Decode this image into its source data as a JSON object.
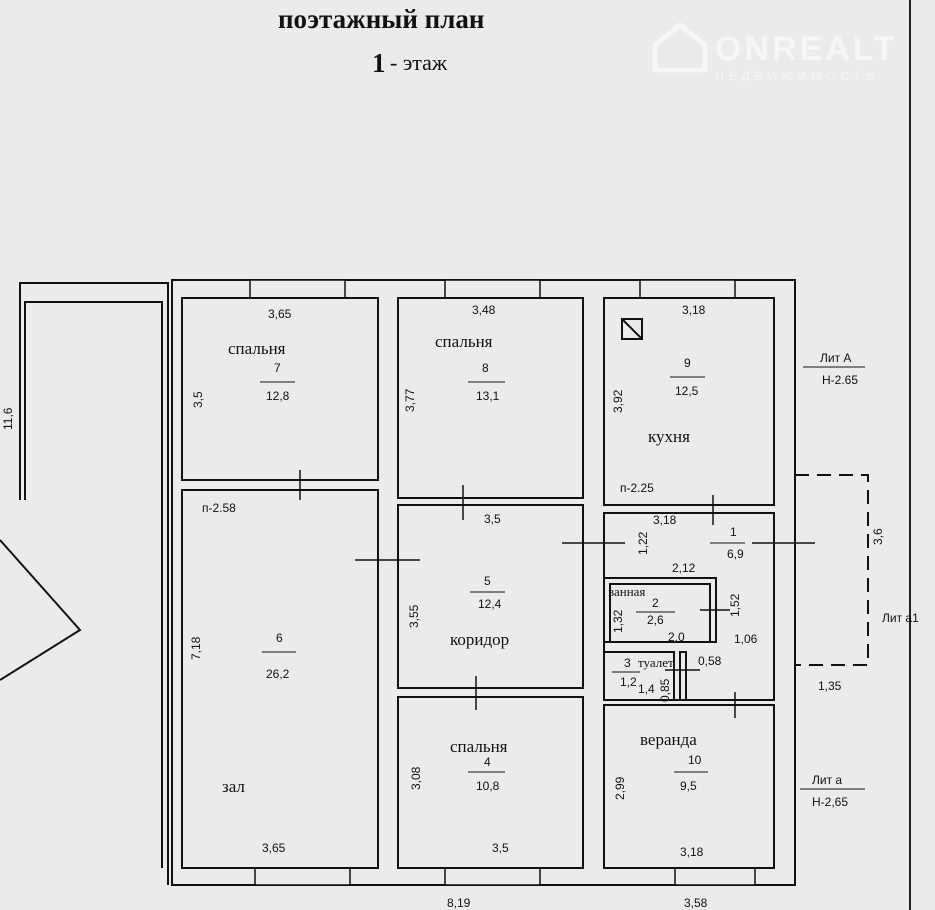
{
  "title": {
    "line1": "поэтажный план",
    "floor_number": "1",
    "floor_label": "- этаж"
  },
  "watermark": {
    "brand": "ONREALT",
    "sub": "НЕДВИЖИМОСТЬ"
  },
  "overall_dimension": "11,6",
  "rooms": [
    {
      "name": "спальня",
      "number": "7",
      "area": "12,8",
      "width": "3,65",
      "height": "3,5"
    },
    {
      "name": "спальня",
      "number": "8",
      "area": "13,1",
      "width": "3,48",
      "height": "3,77"
    },
    {
      "name": "кухня",
      "number": "9",
      "area": "12,5",
      "width": "3,18",
      "height": "3,92"
    },
    {
      "name": "зал",
      "number": "6",
      "area": "26,2",
      "width": "3,65",
      "height": "7,18"
    },
    {
      "name": "коридор",
      "number": "5",
      "area": "12,4",
      "width": "3,5",
      "height": "3,55"
    },
    {
      "name": "",
      "number": "1",
      "area": "6,9",
      "width": "3,18",
      "height": "1,22"
    },
    {
      "name": "ванная",
      "number": "2",
      "area": "2,6",
      "width": "2,0",
      "height": "1,32"
    },
    {
      "name": "туалет",
      "number": "3",
      "area": "1,2",
      "width": "1,4",
      "height": "0,85"
    },
    {
      "name": "спальня",
      "number": "4",
      "area": "10,8",
      "width": "3,5",
      "height": "3,08"
    },
    {
      "name": "веранда",
      "number": "10",
      "area": "9,5",
      "width": "3,18",
      "height": "2,99"
    }
  ],
  "extra_dims": {
    "hall_top": "2,12",
    "bath_side": "1,52",
    "hall_side": "1,06",
    "toilet_gap": "0,58",
    "ext_height": "3,6",
    "ext_width": "1,35",
    "bottom_total": "8,19",
    "bottom_right": "3,58"
  },
  "heights": {
    "p1": "п-2.58",
    "p2": "п-2.25"
  },
  "labels": {
    "lit_a_upper": "Лит А",
    "h_upper": "Н-2.65",
    "lit_a1": "Лит а1",
    "lit_a_lower": "Лит а",
    "h_lower": "Н-2,65"
  }
}
